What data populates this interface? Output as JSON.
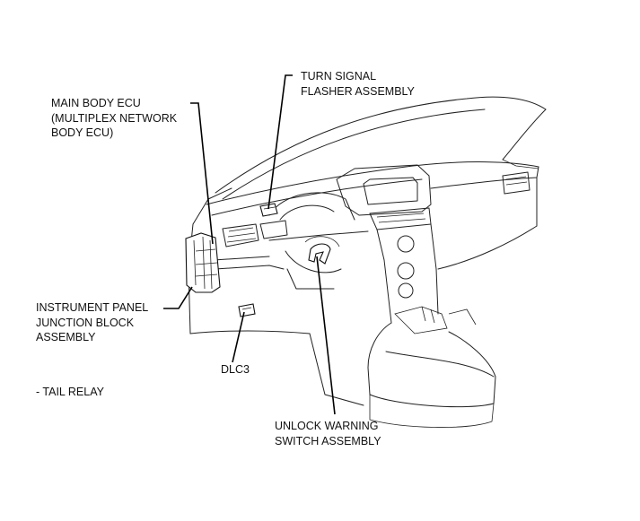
{
  "labels": {
    "turn_signal": [
      "TURN SIGNAL",
      "FLASHER ASSEMBLY"
    ],
    "main_body_ecu": [
      "MAIN BODY ECU",
      "(MULTIPLEX NETWORK",
      "BODY ECU)"
    ],
    "instrument_panel_jb": [
      "INSTRUMENT PANEL",
      "JUNCTION BLOCK",
      "ASSEMBLY"
    ],
    "dlc3": "DLC3",
    "tail_relay": "- TAIL RELAY",
    "unlock_warning": [
      "UNLOCK WARNING",
      "SWITCH ASSEMBLY"
    ]
  }
}
